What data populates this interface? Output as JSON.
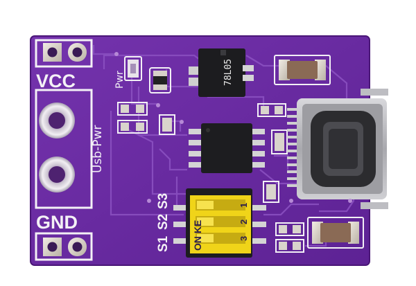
{
  "board": {
    "labels": {
      "vcc": "VCC",
      "gnd": "GND",
      "usb_pwr": "Usb-Pwr",
      "pwr": "Pwr",
      "s1": "S1",
      "s2": "S2",
      "s3": "S3",
      "regulator": "78L05",
      "dip_header": "ON KE",
      "dip_1": "1",
      "dip_2": "2",
      "dip_3": "3"
    },
    "colors": {
      "pcb": "#6a2ca1",
      "pcb_dark": "#4b1877",
      "trace": "#8a4ec0",
      "silkscreen": "#f3f0f6",
      "pad_gold": "#d8d2c8",
      "dip_yellow": "#f1d61a",
      "usb_metal": "#b9b9bd"
    },
    "components": [
      "pin-header-top",
      "vcc-terminal",
      "gnd-terminal",
      "pin-header-bottom",
      "pwr-led",
      "regulator-78l05",
      "soic8-ic",
      "dip-switch-3",
      "usb-c-connector",
      "smd-passives"
    ]
  }
}
